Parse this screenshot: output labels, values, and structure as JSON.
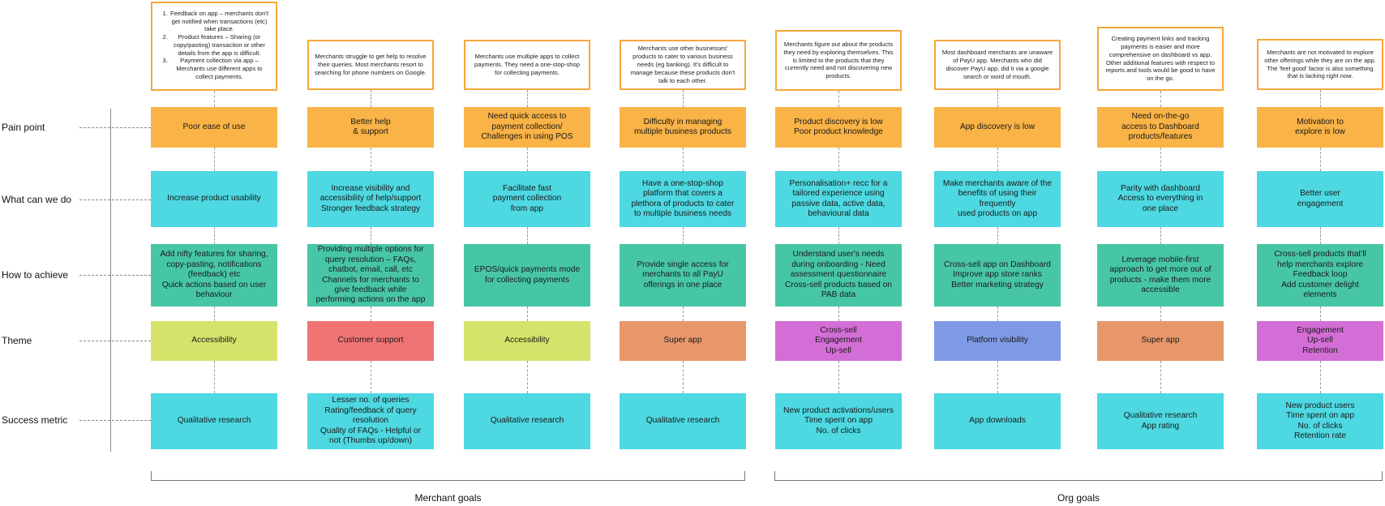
{
  "rows": {
    "pain_point": "Pain point",
    "what_can_we_do": "What can we do",
    "how_to_achieve": "How to achieve",
    "theme": "Theme",
    "success_metric": "Success metric"
  },
  "columns": [
    {
      "note_items": [
        "Feedback on app – merchants don't get notified when transactions (etc) take place.",
        "Product features – Sharing (or copy/pasting) transaction or other details from the app is difficult.",
        "Payment collection via app – Merchants use different apps to collect payments."
      ],
      "pain": "Poor ease of use",
      "cando": "Increase product usability",
      "achieve": "Add nifty features for sharing,\ncopy-pasting, notifications\n(feedback) etc\nQuick actions based on user\nbehaviour",
      "theme": "Accessibility",
      "theme_color": "#d6e36b",
      "metric": "Qualitative research"
    },
    {
      "note": "Merchants struggle to get help to resolve their queries. Most merchants resort to searching for phone numbers on Google.",
      "pain": "Better help\n& support",
      "cando": "Increase visibility and\naccessibility of help/support\nStronger feedback strategy",
      "achieve": "Providing multiple options for\nquery resolution – FAQs,\nchatbot, email, call, etc\nChannels for merchants to\ngive feedback while\nperforming actions on the app",
      "theme": "Customer support",
      "theme_color": "#f07474",
      "metric": "Lesser no. of queries\nRating/feedback of query\nresolution\nQuality of FAQs - Helpful or\nnot (Thumbs up/down)"
    },
    {
      "note": "Merchants use multiple apps to collect payments. They need a one-stop-shop for collecting payments.",
      "pain": "Need quick access to\npayment collection/\nChallenges in using POS",
      "cando": "Facilitate fast\npayment collection\nfrom app",
      "achieve": "EPOS/quick payments mode\nfor collecting payments",
      "theme": "Accessibility",
      "theme_color": "#d6e36b",
      "metric": "Qualitative research"
    },
    {
      "note": "Merchants use other businesses' products to cater to various business needs (eg banking). It's difficult to manage because these products don't talk to each other.",
      "pain": "Difficulty in managing\nmultiple business products",
      "cando": "Have a one-stop-shop\nplatform that covers a\nplethora of products to cater\nto multiple business needs",
      "achieve": "Provide single access for\nmerchants to all PayU\nofferings in one place",
      "theme": "Super app",
      "theme_color": "#e8976a",
      "metric": "Qualitative research"
    },
    {
      "note": "Merchants figure out about the products they need by exploring themselves. This is limited to the products that they currently need and not discovering new products.",
      "pain": "Product discovery is low\nPoor product knowledge",
      "cando": "Personalisation+ recc for a\ntailored experience using\npassive data, active data,\nbehavioural data",
      "achieve": "Understand user's needs\nduring onboarding - Need\nassessment questionnaire\nCross-sell products based on\nPAB data",
      "theme": "Cross-sell\nEngagement\nUp-sell",
      "theme_color": "#d26ed6",
      "metric": "New product activations/users\nTime spent on app\nNo. of clicks"
    },
    {
      "note": "Most dashboard merchants are unaware of PayU app. Merchants who did discover PayU app, did it via a google search or word of mouth.",
      "pain": "App discovery is low",
      "cando": "Make merchants aware of the\nbenefits of using their frequently\nused products on app",
      "achieve": "Cross-sell app on Dashboard\nImprove app store ranks\nBetter marketing strategy",
      "theme": "Platform visibility",
      "theme_color": "#7e9ae6",
      "metric": "App downloads"
    },
    {
      "note": "Creating payment links and tracking payments is easier and more comprehensive on dashboard vs app. Other additional features with respect to reports and tools would be good to have on the go.",
      "pain": "Need on-the-go\naccess to Dashboard\nproducts/features",
      "cando": "Parity with dashboard\nAccess to everything in\none place",
      "achieve": "Leverage mobile-first\napproach to get more out of\nproducts - make them more\naccessible",
      "theme": "Super app",
      "theme_color": "#e8976a",
      "metric": "Qualitative research\nApp rating"
    },
    {
      "note": "Merchants are not motivated to explore other offerings while they are on the app. The 'feel good' factor is also something that is lacking right now.",
      "pain": "Motivation to\nexplore is low",
      "cando": "Better user\nengagement",
      "achieve": "Cross-sell products that'll\nhelp merchants explore\nFeedback loop\nAdd customer delight\nelements",
      "theme": "Engagement\nUp-sell\nRetention",
      "theme_color": "#d26ed6",
      "metric": "New product users\nTime spent on app\nNo. of clicks\nRetention rate"
    }
  ],
  "groups": {
    "merchant": "Merchant goals",
    "org": "Org goals"
  }
}
